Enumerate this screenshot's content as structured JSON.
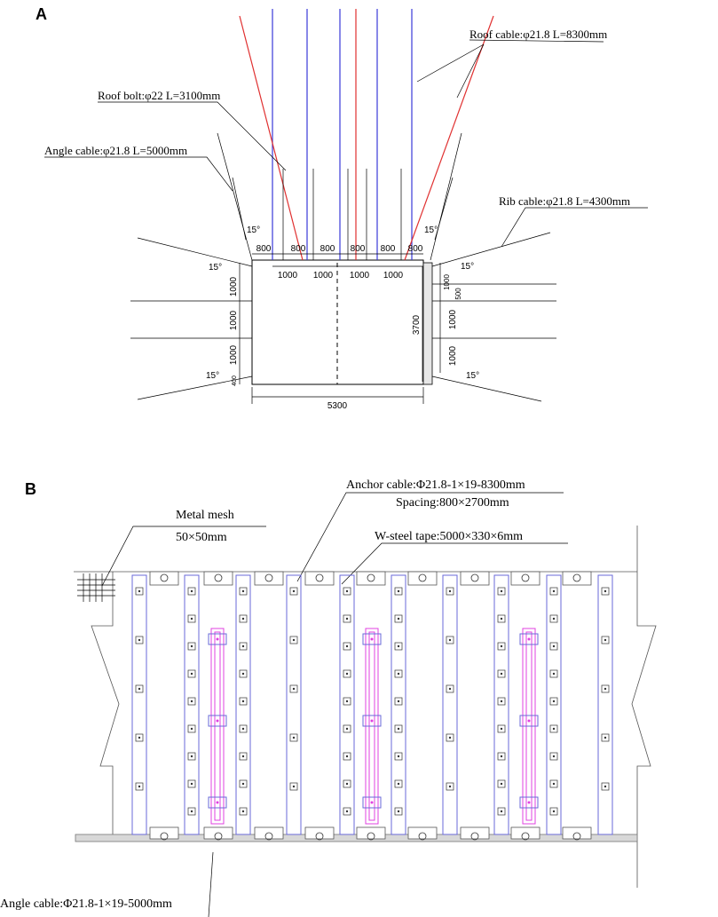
{
  "panels": {
    "a_label": "A",
    "b_label": "B"
  },
  "panel_a": {
    "roof_cable_label": "Roof cable:φ21.8 L=8300mm",
    "roof_bolt_label": "Roof bolt:φ22 L=3100mm",
    "angle_cable_label": "Angle cable:φ21.8 L=5000mm",
    "rib_cable_label": "Rib cable:φ21.8 L=4300mm",
    "top_spacing": [
      "800",
      "800",
      "800",
      "800",
      "800",
      "800"
    ],
    "bottom_spacing": [
      "1000",
      "1000",
      "1000",
      "1000"
    ],
    "left_vertical": [
      "1000",
      "1000",
      "1000",
      "400"
    ],
    "right_vertical": [
      "1000",
      "500",
      "1000",
      "1000"
    ],
    "height": "3700",
    "width": "5300",
    "angles": {
      "top_left": "15°",
      "top_right": "15°",
      "upper_left": "15°",
      "upper_right": "15°",
      "lower_left": "15°",
      "lower_right": "15°"
    }
  },
  "panel_b": {
    "metal_mesh_label": "Metal mesh",
    "metal_mesh_size": "50×50mm",
    "anchor_cable_label": "Anchor cable:Φ21.8-1×19-8300mm",
    "spacing_label": "Spacing:800×2700mm",
    "w_steel_label": "W-steel tape:5000×330×6mm",
    "angle_cable_label": "Angle cable:Φ21.8-1×19-5000mm"
  },
  "colors": {
    "blue": "#3a3ad8",
    "red": "#e03030",
    "magenta": "#e040e0",
    "purple": "#6a6ad8"
  }
}
